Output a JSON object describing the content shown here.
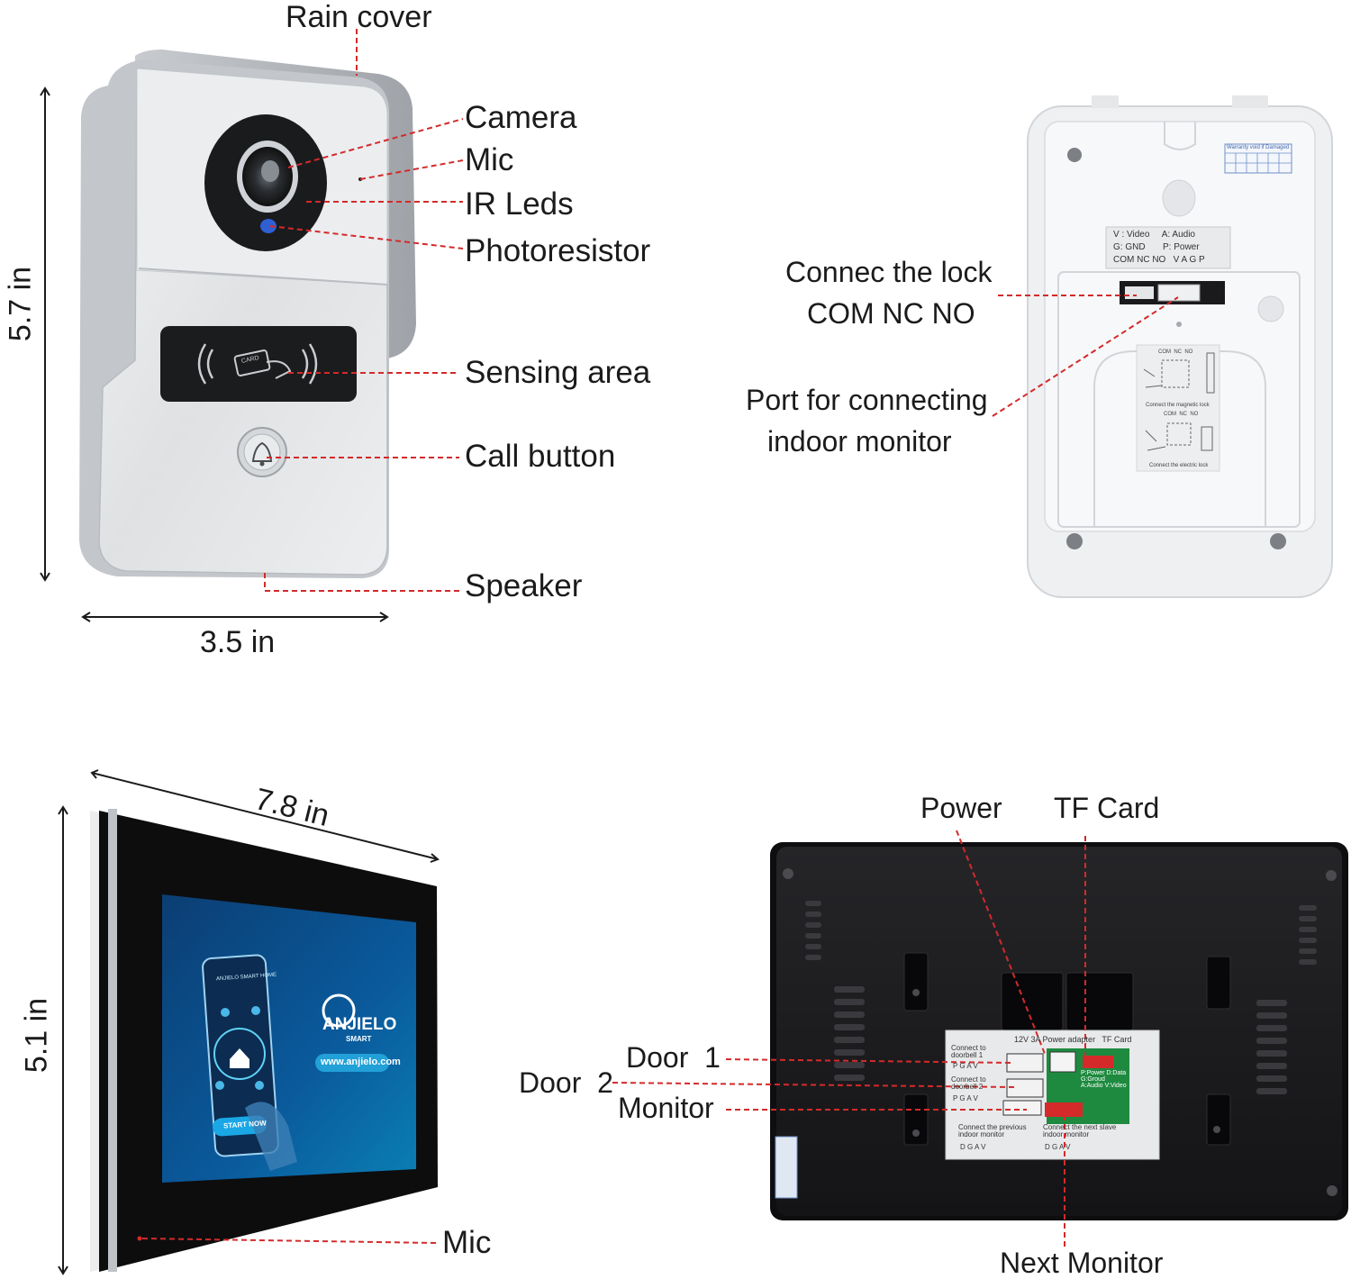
{
  "doorbell_front": {
    "labels": {
      "rain_cover": "Rain cover",
      "camera": "Camera",
      "mic": "Mic",
      "ir_leds": "IR Leds",
      "photoresistor": "Photoresistor",
      "sensing_area": "Sensing area",
      "call_button": "Call button",
      "speaker": "Speaker"
    },
    "height": "5.7 in",
    "width": "3.5 in",
    "card_icon_text": "CARD"
  },
  "doorbell_back": {
    "labels": {
      "lock_line1": "Connec the lock",
      "lock_line2": "COM NC NO",
      "port_line1": "Port for connecting",
      "port_line2": "indoor monitor"
    },
    "sticker": {
      "line1": "V : Video     A: Audio",
      "line2": "G: GND       P: Power",
      "line3": "COM NC NO   V A G P"
    },
    "warranty": "Warranty void if Damaged",
    "wiring_top": "COM  NC  NO",
    "magnetic_caption": "Connect the magnetic lock",
    "wiring_bottom": "COM  NC  NO",
    "electric_caption": "Connect the electric lock"
  },
  "monitor_front": {
    "width": "7.8 in",
    "height": "5.1 in",
    "mic": "Mic",
    "screen": {
      "brand": "ANJIELO",
      "brand_sub": "SMART",
      "url": "www.anjielo.com",
      "phone_header": "ANJIELO SMART HOME",
      "start_button": "START NOW"
    }
  },
  "monitor_back": {
    "labels": {
      "power": "Power",
      "tf_card": "TF Card",
      "door1": "Door  1",
      "door2": "Door  2",
      "monitor": "Monitor",
      "next_monitor": "Next Monitor"
    },
    "panel": {
      "top": "12V 3A Power adapter   TF Card",
      "doorbell1": "Connect to doorbell 1",
      "doorbell2": "Connect to doorbell 2",
      "pgav1": "P G A V",
      "pgav2": "P G A V",
      "legend": "P:Power D:Data G:Groud A:Audio V:Video",
      "prev": "Connect the previous indoor monitor",
      "prev_pins": "D G A V",
      "next": "Connect the next slave indoor monitor",
      "next_pins": "D G A V"
    }
  },
  "colors": {
    "leader": "#d42a2a",
    "text": "#1b1b1b",
    "silver": "#d6d8db",
    "panel_black": "#1d1d1f"
  }
}
